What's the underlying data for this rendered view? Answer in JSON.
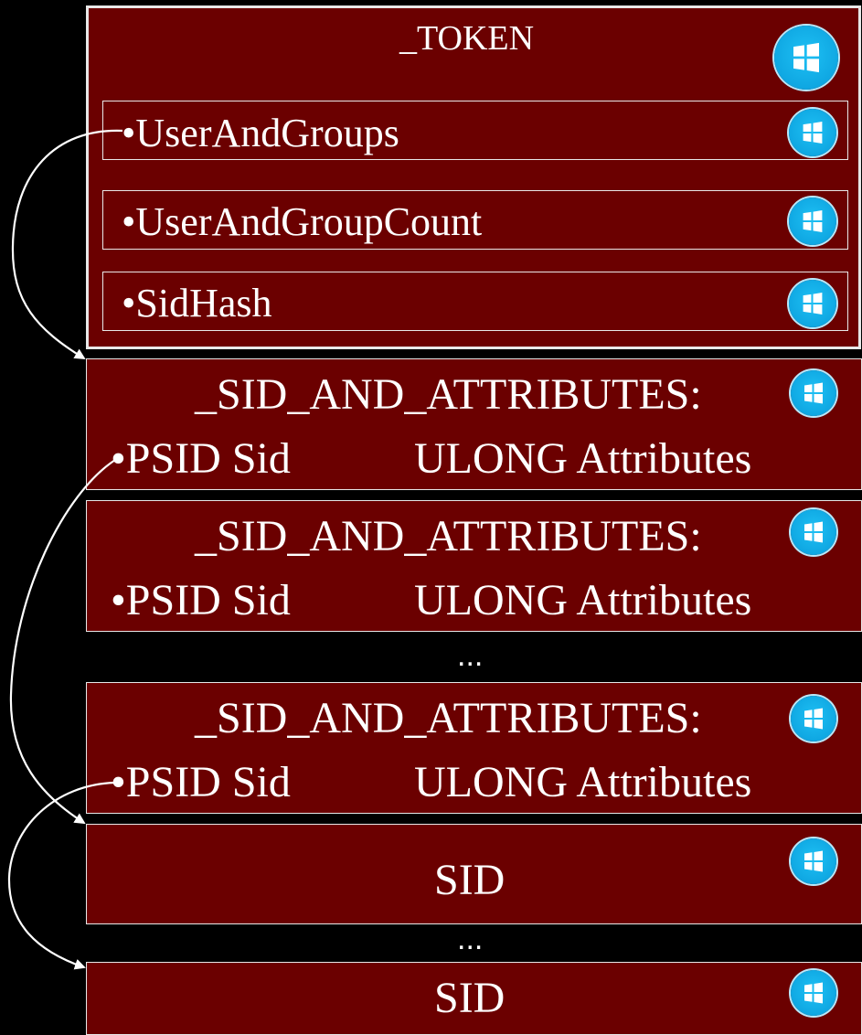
{
  "token": {
    "title": "_TOKEN",
    "fields": [
      {
        "label": "•UserAndGroups"
      },
      {
        "label": "•UserAndGroupCount"
      },
      {
        "label": "•SidHash"
      }
    ]
  },
  "sid_and_attributes": [
    {
      "title": "_SID_AND_ATTRIBUTES:",
      "sid_field": "•PSID Sid",
      "attr_field": "ULONG Attributes"
    },
    {
      "title": "_SID_AND_ATTRIBUTES:",
      "sid_field": "•PSID Sid",
      "attr_field": "ULONG Attributes"
    },
    {
      "title": "_SID_AND_ATTRIBUTES:",
      "sid_field": "•PSID Sid",
      "attr_field": "ULONG Attributes"
    }
  ],
  "ellipsis_1": "...",
  "ellipsis_2": "...",
  "sids": [
    {
      "label": "SID"
    },
    {
      "label": "SID"
    }
  ],
  "colors": {
    "box_fill": "#6b0000",
    "border": "#e8e8e8",
    "background": "#000000",
    "logo": "#0fa7e2"
  },
  "icons": [
    "windows-logo-icon"
  ]
}
